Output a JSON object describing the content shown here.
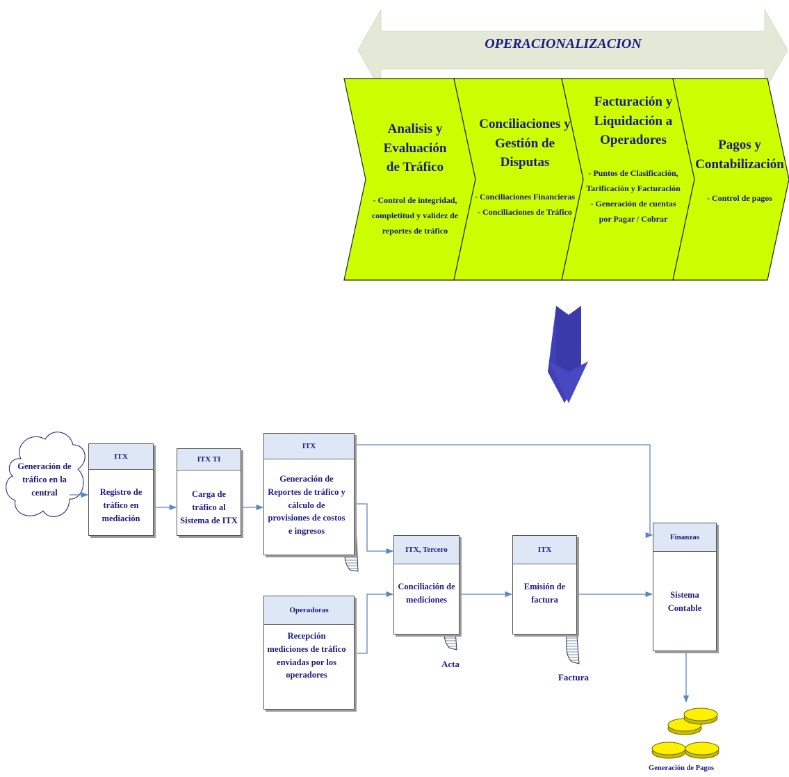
{
  "banner": {
    "title": "OPERACIONALIZACION"
  },
  "phases": [
    {
      "title_lines": [
        "Analisis y Evaluación",
        "de Tráfico"
      ],
      "details": [
        "- Control de integridad,",
        "completitud y validez de",
        "reportes de tráfico"
      ]
    },
    {
      "title_lines": [
        "Conciliaciones y",
        "Gestión de",
        "Disputas"
      ],
      "details": [
        "- Conciliaciones Financieras",
        "- Conciliaciones de Tráfico"
      ]
    },
    {
      "title_lines": [
        "Facturación y",
        "Liquidación a",
        "Operadores"
      ],
      "details": [
        "- Puntos de Clasificación,",
        "Tarificación y Facturación",
        "- Generación de cuentas",
        "por Pagar / Cobrar"
      ]
    },
    {
      "title_lines": [
        "Pagos y",
        "Contabilización"
      ],
      "details": [
        "- Control de pagos"
      ]
    }
  ],
  "flow": {
    "start": {
      "text": "Generación de tráfico en la central"
    },
    "registro": {
      "header": "ITX",
      "body": "Registro de tráfico en mediación"
    },
    "carga": {
      "header": "ITX TI",
      "body": "Carga de tráfico al Sistema de ITX"
    },
    "reportes": {
      "header": "ITX",
      "body": "Generación de Reportes de tráfico y cálculo de provisiones de costos e ingresos"
    },
    "recepcion": {
      "header": "Operadoras",
      "body": "Recepción mediciones de tráfico enviadas por los operadores"
    },
    "conciliacion": {
      "header": "ITX, Tercero",
      "body": "Conciliación de mediciones"
    },
    "emision": {
      "header": "ITX",
      "body": "Emisión de factura"
    },
    "contable": {
      "header": "Finanzas",
      "body": "Sistema Contable"
    },
    "acta_label": "Acta",
    "factura_label": "Factura",
    "pagos_label": "Generación de Pagos"
  },
  "colors": {
    "chevron_fill": "#ccff00",
    "banner_arrow": "#e3e9d6",
    "down_arrow": "#4040b8",
    "box_header": "#dde7f5",
    "connector": "#5a86c4",
    "coin": "#ffef00",
    "text": "#1a1a80"
  }
}
